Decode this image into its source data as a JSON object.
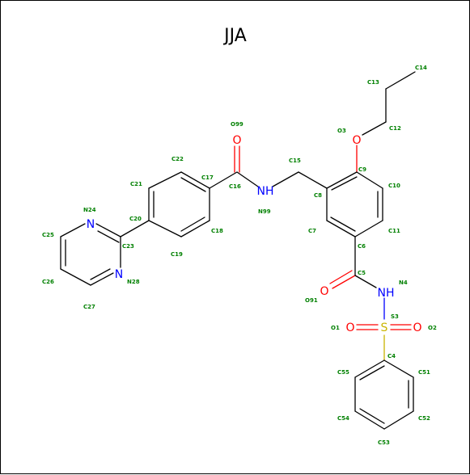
{
  "title": "JJA",
  "colors": {
    "C": "#008000",
    "N": "#0000ff",
    "O": "#ff0000",
    "S": "#c9b400",
    "bond": "#000000"
  },
  "atoms": {
    "n24": {
      "symbol": "N",
      "label": "N24",
      "color": "#0000ff"
    },
    "n28": {
      "symbol": "N",
      "label": "N28",
      "color": "#0000ff"
    },
    "n99": {
      "symbol": "NH",
      "label": "N99",
      "color": "#0000ff"
    },
    "n4": {
      "symbol": "NH",
      "label": "N4",
      "color": "#0000ff"
    },
    "o99": {
      "symbol": "O",
      "label": "O99",
      "color": "#ff0000"
    },
    "o3": {
      "symbol": "O",
      "label": "O3",
      "color": "#ff0000"
    },
    "o91": {
      "symbol": "O",
      "label": "O91",
      "color": "#ff0000"
    },
    "o1": {
      "symbol": "O",
      "label": "O1",
      "color": "#ff0000"
    },
    "o2": {
      "symbol": "O",
      "label": "O2",
      "color": "#ff0000"
    },
    "s3": {
      "symbol": "S",
      "label": "S3",
      "color": "#c9b400"
    }
  },
  "carbon_labels": {
    "c14": "C14",
    "c13": "C13",
    "c12": "C12",
    "c9": "C9",
    "c10": "C10",
    "c11": "C11",
    "c6": "C6",
    "c5": "C5",
    "c7": "C7",
    "c8": "C8",
    "c15": "C15",
    "c16": "C16",
    "c17": "C17",
    "c22": "C22",
    "c21": "C21",
    "c20": "C20",
    "c19": "C19",
    "c18": "C18",
    "c23": "C23",
    "c25": "C25",
    "c26": "C26",
    "c27": "C27",
    "c4": "C4",
    "c51": "C51",
    "c52": "C52",
    "c53": "C53",
    "c54": "C54",
    "c55": "C55"
  }
}
